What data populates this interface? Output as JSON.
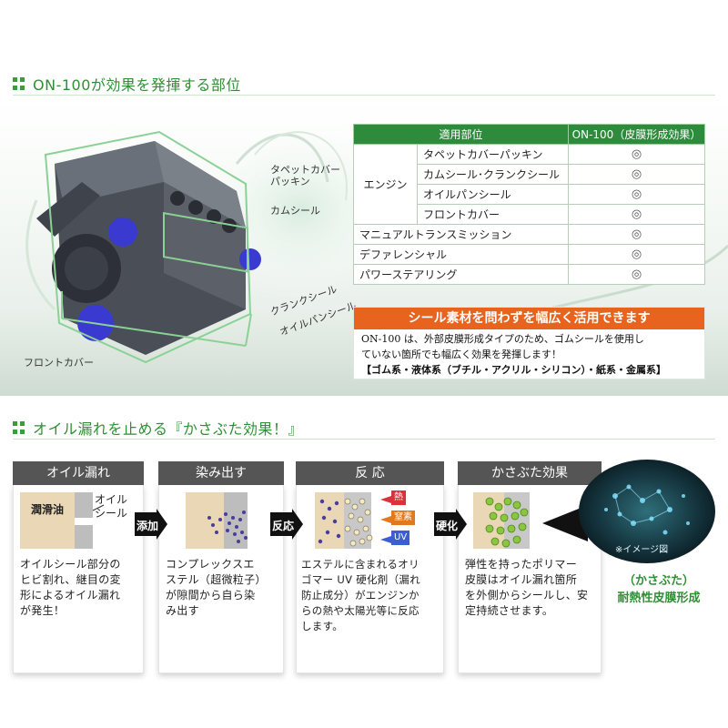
{
  "section1": {
    "title": "ON-100が効果を発揮する部位"
  },
  "section2": {
    "title": "オイル漏れを止める『かさぶた効果！』"
  },
  "engine_labels": {
    "tappet": "タペットカバー\nパッキン",
    "cam": "カムシール",
    "crank": "クランクシール",
    "oilpan": "オイルパンシール",
    "front": "フロントカバー"
  },
  "table": {
    "headers": [
      "適用部位",
      "ON-100（皮膜形成効果）"
    ],
    "engine_group": "エンジン",
    "engine_rows": [
      {
        "part": "タペットカバーパッキン",
        "mark": "◎"
      },
      {
        "part": "カムシール･クランクシール",
        "mark": "◎"
      },
      {
        "part": "オイルパンシール",
        "mark": "◎"
      },
      {
        "part": "フロントカバー",
        "mark": "◎"
      }
    ],
    "other_rows": [
      {
        "part": "マニュアルトランスミッション",
        "mark": "◎"
      },
      {
        "part": "デファレンシャル",
        "mark": "◎"
      },
      {
        "part": "パワーステアリング",
        "mark": "◎"
      }
    ]
  },
  "promo": {
    "banner": "シール素材を問わずを幅広く活用できます",
    "line1": "ON-100 は、外部皮膜形成タイプのため、ゴムシールを使用し",
    "line2": "ていない箇所でも幅広く効果を発揮します！",
    "line3": "【ゴム系・液体系（ブチル・アクリル・シリコン）・紙系・金属系】"
  },
  "steps": [
    {
      "title": "オイル漏れ",
      "lines": [
        "オイルシール部分の",
        "ヒビ割れ、継目の変",
        "形によるオイル漏れ",
        "が発生！"
      ]
    },
    {
      "title": "染み出す",
      "lines": [
        "コンプレックスエ",
        "ステル（超微粒子）",
        "が隙間から自ら染",
        "み出す"
      ]
    },
    {
      "title": "反 応",
      "lines": [
        "エステルに含まれるオリ",
        "ゴマー UV 硬化剤（漏れ",
        "防止成分）がエンジンか",
        "らの熱や太陽光等に反応",
        "します。"
      ]
    },
    {
      "title": "かさぶた効果",
      "lines": [
        "弾性を持ったポリマー",
        "皮膜はオイル漏れ箇所",
        "を外側からシールし、安",
        "定持続させます。"
      ]
    }
  ],
  "illus1": {
    "oil": "潤滑油",
    "seal": "オイル\nシール"
  },
  "arrows": [
    "添加",
    "反応",
    "硬化"
  ],
  "reaction_chips": [
    "熱",
    "窒素",
    "UV"
  ],
  "result": {
    "image_note": "※イメージ図",
    "caption1": "（かさぶた）",
    "caption2": "耐熱性皮膜形成"
  }
}
